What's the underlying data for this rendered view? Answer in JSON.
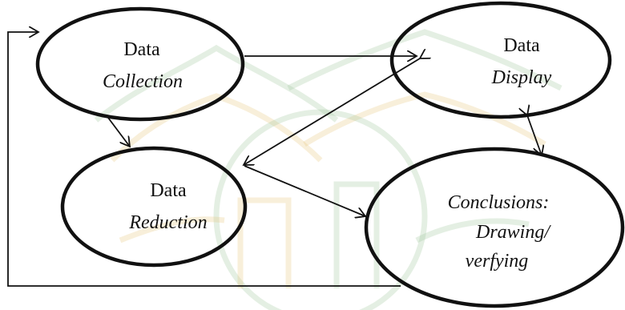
{
  "nodes": {
    "collection": {
      "line1": "Data",
      "line2": "Collection"
    },
    "display": {
      "line1": "Data",
      "line2": "Display"
    },
    "reduction": {
      "line1": "Data",
      "line2": "Reduction"
    },
    "conclusions": {
      "line1": "Conclusions:",
      "line2": "Drawing/",
      "line3": "verfying"
    }
  },
  "colors": {
    "stroke": "#111111",
    "watermark_green": "#9fc79a",
    "watermark_gold": "#e6c77a"
  }
}
